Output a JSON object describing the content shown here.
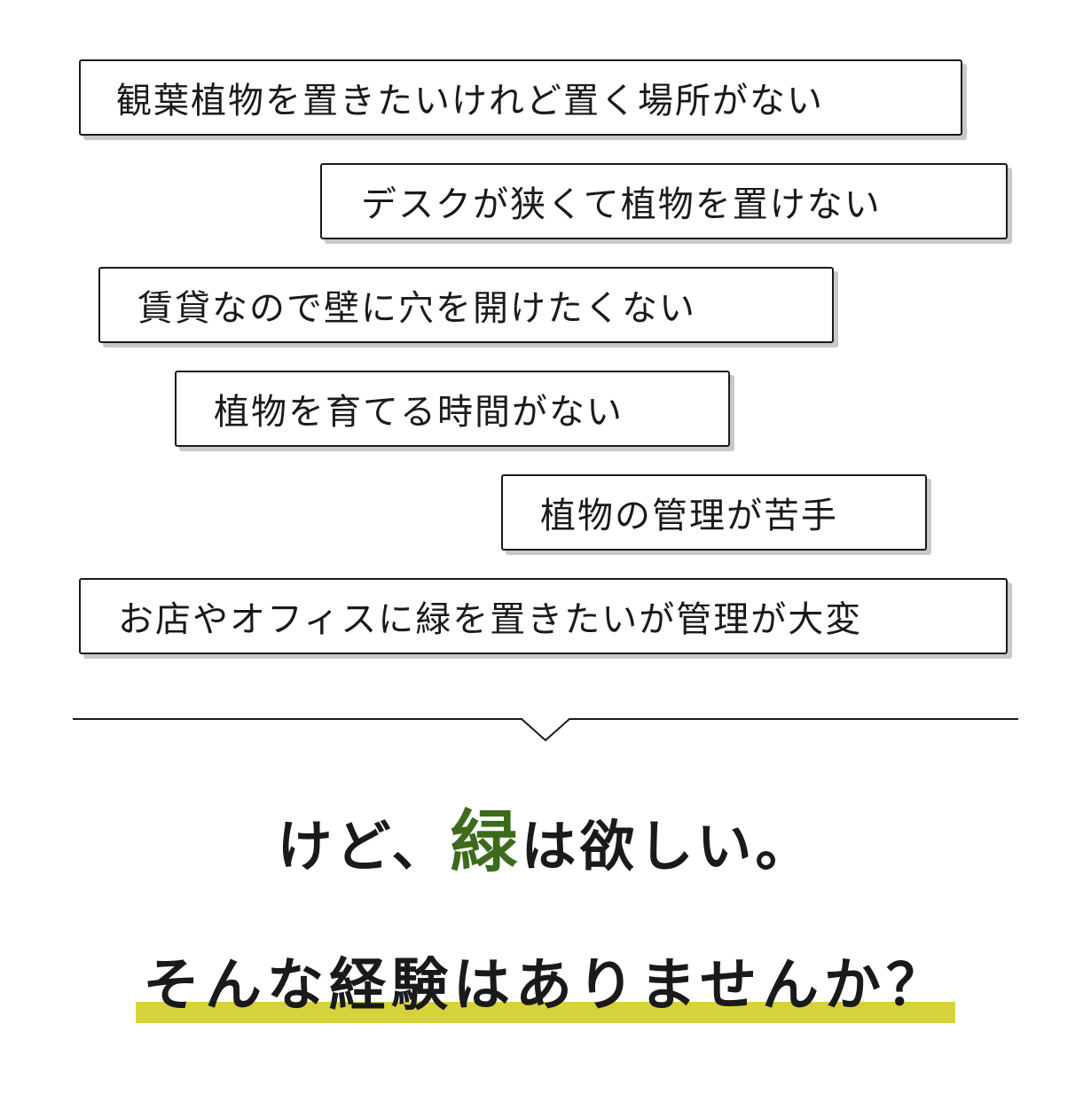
{
  "worries": [
    "観葉植物を置きたいけれど置く場所がない",
    "デスクが狭くて植物を置けない",
    "賃貸なので壁に穴を開けたくない",
    "植物を育てる時間がない",
    "植物の管理が苦手",
    "お店やオフィスに緑を置きたいが管理が大変"
  ],
  "headline": {
    "before": "けど、",
    "highlight": "緑",
    "after": "は欲しい。"
  },
  "question": "そんな経験はありませんか？",
  "colors": {
    "accent_green": "#3d6b1c",
    "highlight_bar": "#d6d33a",
    "text": "#1a1a1a",
    "box_shadow": "#c8c8c8"
  }
}
